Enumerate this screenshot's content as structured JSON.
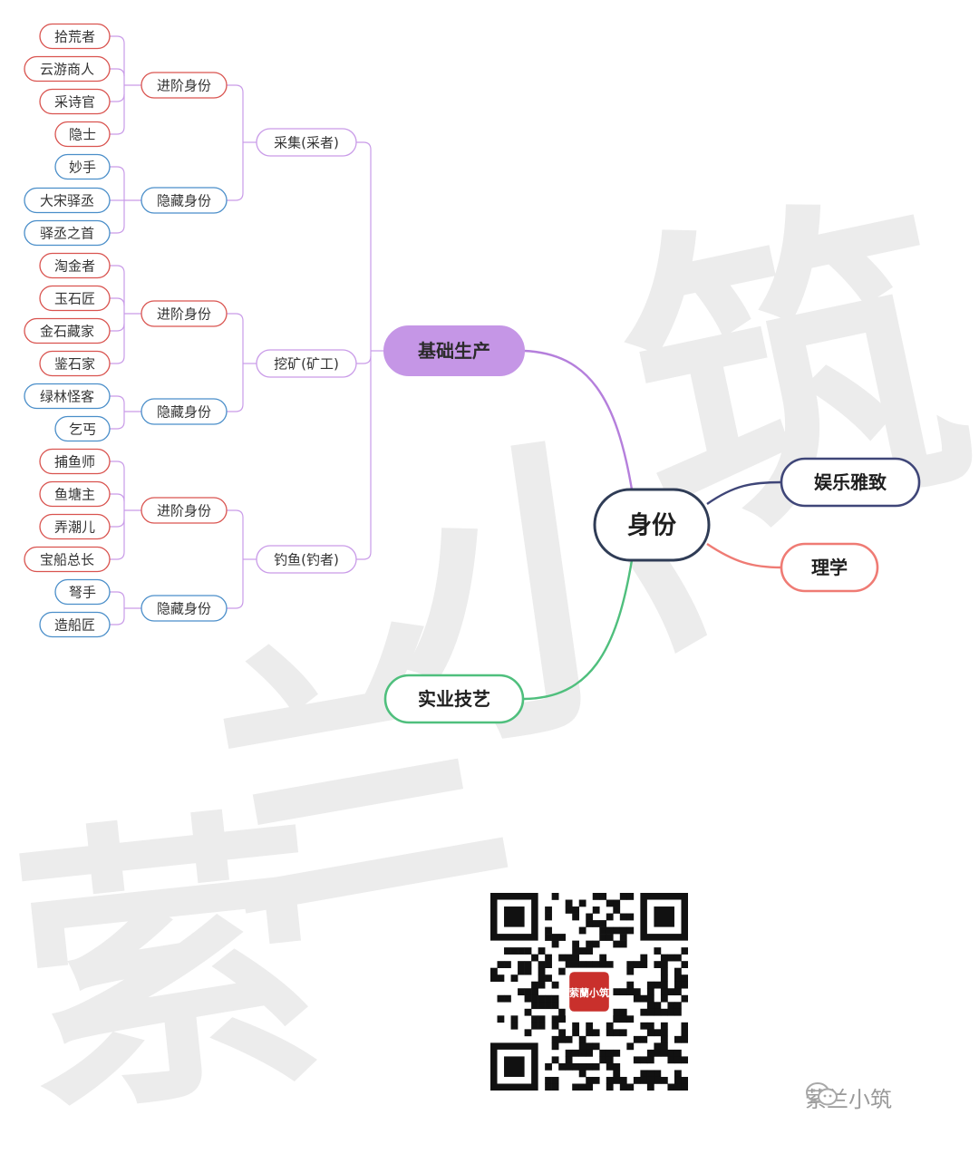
{
  "root": {
    "label": "身份",
    "color": "#2f3c56"
  },
  "branches": {
    "basic": {
      "label": "基础生产",
      "color": "#b57fdc",
      "fill": "#c596e6",
      "groups": [
        {
          "label": "采集(采者)",
          "subs": [
            {
              "label": "进阶身份",
              "items": [
                "拾荒者",
                "云游商人",
                "采诗官",
                "隐士"
              ]
            },
            {
              "label": "隐藏身份",
              "items": [
                "妙手",
                "大宋驿丞",
                "驿丞之首"
              ]
            }
          ]
        },
        {
          "label": "挖矿(矿工)",
          "subs": [
            {
              "label": "进阶身份",
              "items": [
                "淘金者",
                "玉石匠",
                "金石藏家",
                "鉴石家"
              ]
            },
            {
              "label": "隐藏身份",
              "items": [
                "绿林怪客",
                "乞丐"
              ]
            }
          ]
        },
        {
          "label": "钓鱼(钓者)",
          "subs": [
            {
              "label": "进阶身份",
              "items": [
                "捕鱼师",
                "鱼塘主",
                "弄潮儿",
                "宝船总长"
              ]
            },
            {
              "label": "隐藏身份",
              "items": [
                "弩手",
                "造船匠"
              ]
            }
          ]
        }
      ]
    },
    "entertainment": {
      "label": "娱乐雅致",
      "color": "#3f4678"
    },
    "science": {
      "label": "理学",
      "color": "#ef7b74"
    },
    "craft": {
      "label": "实业技艺",
      "color": "#4fbf7d"
    }
  },
  "colors": {
    "advanced": "#d9534f",
    "hidden": "#4a8ec9",
    "group_line": "#c99be8"
  },
  "watermark": [
    "筑",
    "小",
    "兰",
    "萦"
  ],
  "footer": {
    "brand": "萦兰小筑",
    "qr_center": "萦蘭小筑"
  }
}
